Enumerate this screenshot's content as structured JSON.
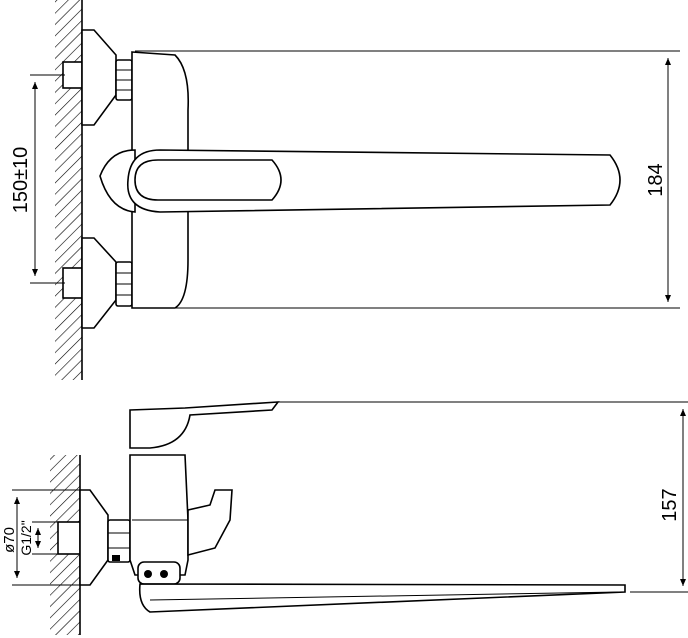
{
  "dimensions": {
    "top_view_height": "184",
    "inlet_spacing": "150±10",
    "side_view_height": "157",
    "flange_diameter": "ø70",
    "thread": "G1/2\""
  },
  "colors": {
    "line": "#000000",
    "background": "#ffffff"
  }
}
